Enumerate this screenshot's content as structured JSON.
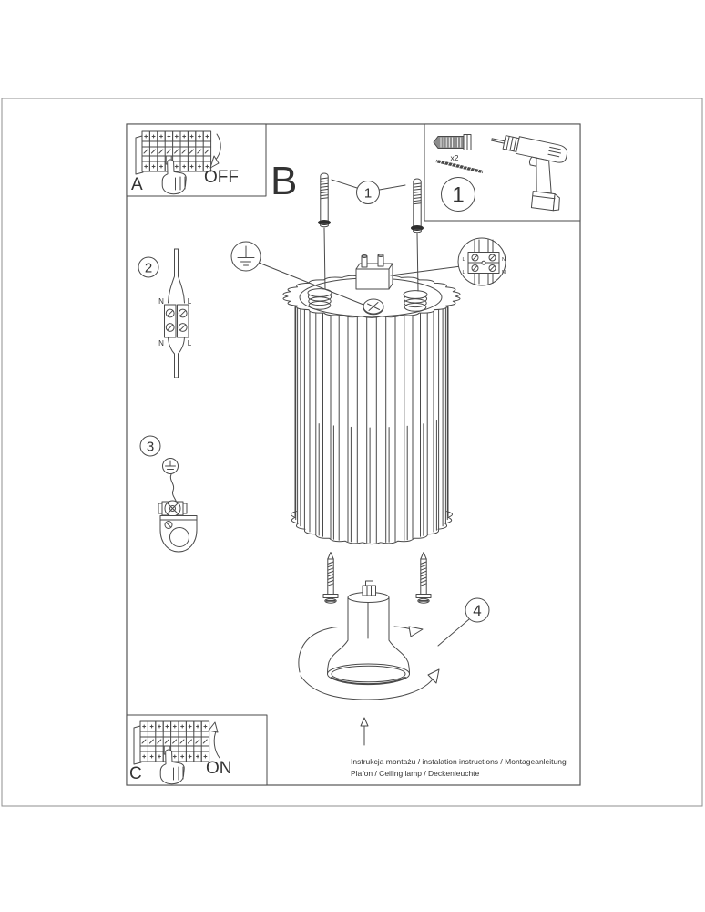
{
  "sheet": {
    "panel_a": {
      "label": "A",
      "action": "OFF"
    },
    "panel_b": {
      "label": "B"
    },
    "panel_c": {
      "label": "C",
      "action": "ON"
    },
    "parts_box": {
      "badge": "1",
      "anchor_qty": "x2"
    },
    "step_badges": {
      "screws": "1",
      "connector": "2",
      "ground": "3",
      "canopy": "4"
    },
    "connector_labels": {
      "top_left": "N",
      "top_right": "L",
      "bottom_left": "N",
      "bottom_right": "L"
    },
    "terminal_labels": {
      "top_left": "L",
      "top_right": "N",
      "bottom_left": "L",
      "bottom_right": "N"
    },
    "footer": {
      "line1": "Instrukcja montażu / instalation instructions / Montageanleitung",
      "line2": "Plafon / Ceiling lamp / Deckenleuchte"
    },
    "colors": {
      "line": "#4a4a4a",
      "dark": "#2e2e2e",
      "page_border": "#8f8f8f",
      "frame": "#555555"
    }
  }
}
